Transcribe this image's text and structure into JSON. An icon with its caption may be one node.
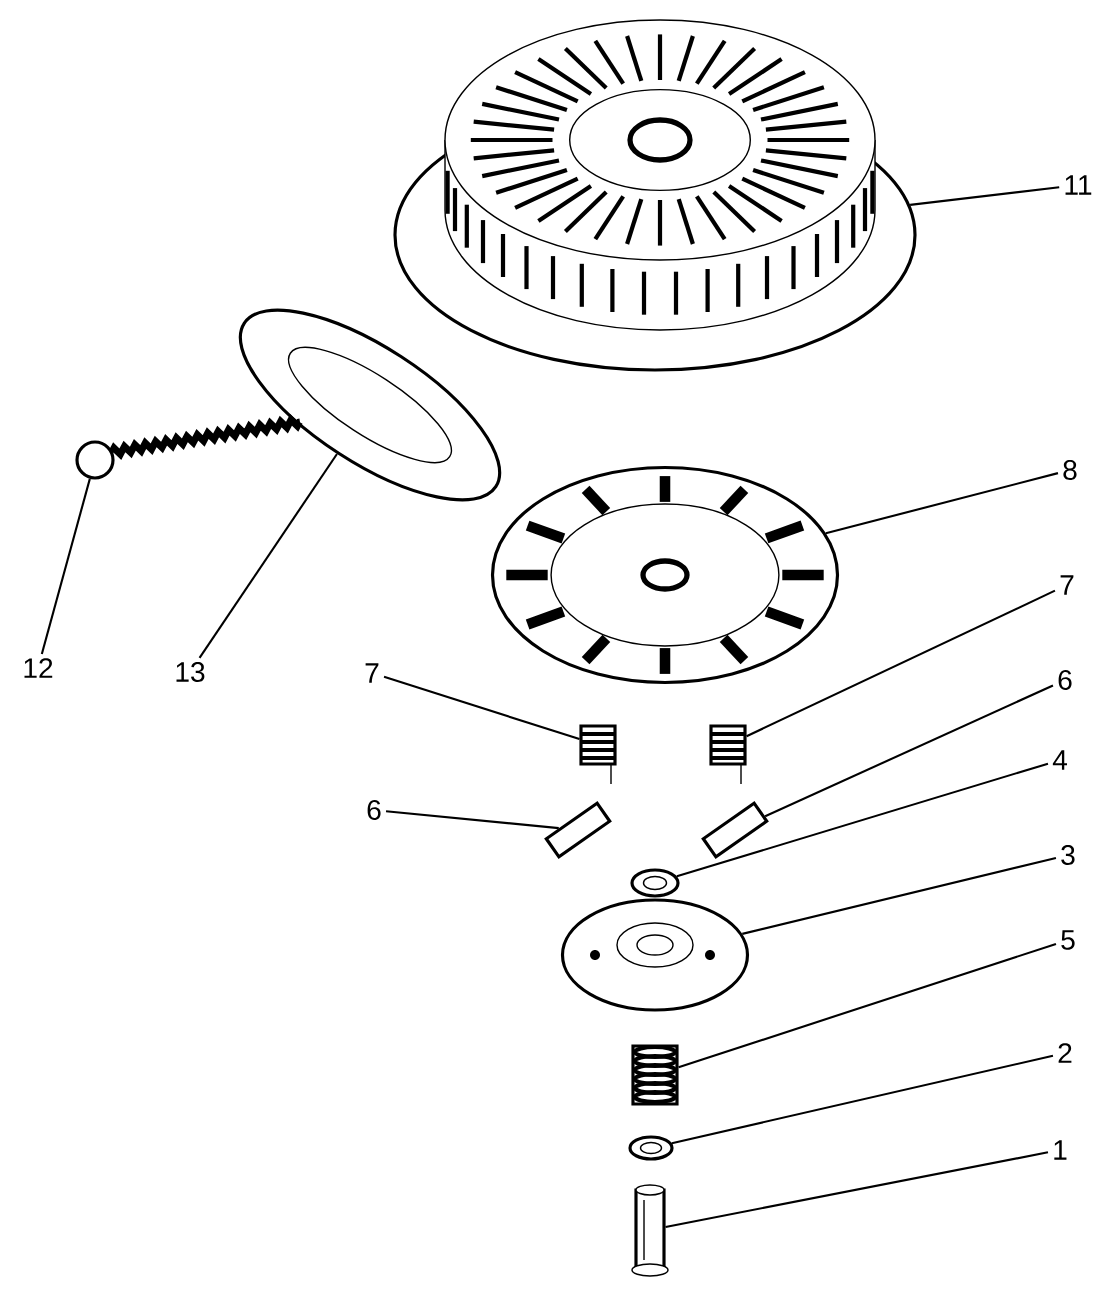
{
  "diagram": {
    "nodes": [
      {
        "text": [],
        "shape": "picture"
      },
      {
        "text": [
          "11"
        ]
      },
      {
        "text": [],
        "shape": "picture"
      },
      {
        "text": [],
        "shape": "picture"
      },
      {
        "text": [
          "12"
        ]
      },
      {
        "text": [
          "13"
        ]
      },
      {
        "text": [],
        "shape": "picture"
      },
      {
        "text": [
          "8"
        ]
      },
      {
        "text": [
          "7"
        ]
      },
      {
        "text": [],
        "shape": "picture"
      },
      {
        "text": [],
        "shape": "picture"
      },
      {
        "text": [
          "7"
        ]
      },
      {
        "text": [
          "6"
        ]
      },
      {
        "text": [],
        "shape": "picture"
      },
      {
        "text": [],
        "shape": "picture"
      },
      {
        "text": [
          "6"
        ]
      },
      {
        "text": [
          "4"
        ]
      },
      {
        "text": [],
        "shape": "picture"
      },
      {
        "text": [
          "3"
        ]
      },
      {
        "text": [],
        "shape": "picture"
      },
      {
        "text": [
          "5"
        ]
      },
      {
        "text": [],
        "shape": "picture"
      },
      {
        "text": [
          "2"
        ]
      },
      {
        "text": [],
        "shape": "picture"
      },
      {
        "text": [
          "1"
        ]
      },
      {
        "text": [],
        "shape": "picture"
      }
    ],
    "edges": [
      {
        "from": 1,
        "to": 0,
        "arrow": "none"
      },
      {
        "from": 4,
        "to": 3,
        "arrow": "none"
      },
      {
        "from": 5,
        "to": 2,
        "arrow": "none"
      },
      {
        "from": 7,
        "to": 6,
        "arrow": "none"
      },
      {
        "from": 8,
        "to": 10,
        "arrow": "none"
      },
      {
        "from": 11,
        "to": 9,
        "arrow": "none"
      },
      {
        "from": 12,
        "to": 14,
        "arrow": "none"
      },
      {
        "from": 15,
        "to": 13,
        "arrow": "none"
      },
      {
        "from": 16,
        "to": 17,
        "arrow": "none"
      },
      {
        "from": 18,
        "to": 19,
        "arrow": "none"
      },
      {
        "from": 20,
        "to": 21,
        "arrow": "none"
      },
      {
        "from": 22,
        "to": 23,
        "arrow": "none"
      },
      {
        "from": 24,
        "to": 25,
        "arrow": "none"
      }
    ]
  }
}
